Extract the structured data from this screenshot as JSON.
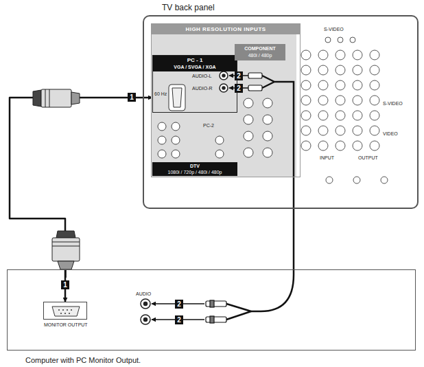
{
  "diagram": {
    "nodes": [
      {
        "text": [
          "TV back panel"
        ]
      },
      {
        "text": [
          "HIGH RESOLUTION INPUTS"
        ],
        "in": 0
      },
      {
        "text": [
          "PC - 1",
          "VGA / SVGA / XGA"
        ],
        "in": 1
      },
      {
        "text": [
          "COMPONENT",
          "480i / 480p"
        ],
        "in": 1
      },
      {
        "text": [
          "DTV",
          "1080i / 720p / 480i / 480p"
        ],
        "in": 1
      },
      {
        "text": [
          "Computer with PC Monitor Output."
        ]
      },
      {
        "text": [
          "MONITOR OUTPUT"
        ],
        "in": 5
      }
    ],
    "edges": [
      {
        "from": 6,
        "to": 2,
        "arrow": "both"
      }
    ],
    "labels": [
      "1",
      "2",
      "2",
      "60 Hz",
      "AUDIO-L",
      "AUDIO-R",
      "PC-2",
      "S-VIDEO",
      "S-VIDEO",
      "VIDEO",
      "INPUT",
      "OUTPUT",
      "1",
      "AUDIO",
      "2",
      "2"
    ]
  }
}
